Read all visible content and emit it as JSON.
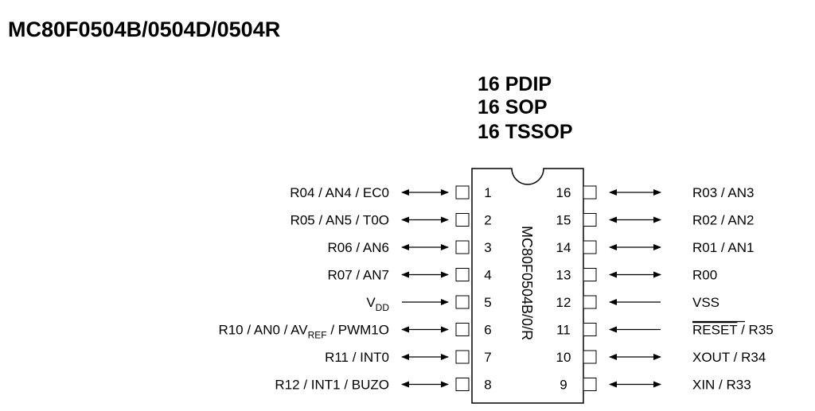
{
  "title": "MC80F0504B/0504D/0504R",
  "packages": [
    "16 PDIP",
    "16 SOP",
    "16 TSSOP"
  ],
  "chip": {
    "name": "MC80F0504B/0/R"
  },
  "left_pins": [
    {
      "num": "1",
      "label": "R04 / AN4 / EC0",
      "dir": "bi"
    },
    {
      "num": "2",
      "label": "R05 / AN5 / T0O",
      "dir": "bi"
    },
    {
      "num": "3",
      "label": "R06 / AN6",
      "dir": "bi"
    },
    {
      "num": "4",
      "label": "R07 / AN7",
      "dir": "bi"
    },
    {
      "num": "5",
      "label_main": "V",
      "label_sub": "DD",
      "dir": "in"
    },
    {
      "num": "6",
      "label_pre": "R10 / AN0 / AV",
      "label_sub": "REF",
      "label_post": " / PWM1O",
      "dir": "bi"
    },
    {
      "num": "7",
      "label": "R11 / INT0",
      "dir": "bi"
    },
    {
      "num": "8",
      "label": "R12 / INT1 / BUZO",
      "dir": "bi"
    }
  ],
  "right_pins": [
    {
      "num": "16",
      "label": "R03 / AN3",
      "dir": "bi"
    },
    {
      "num": "15",
      "label": "R02 / AN2",
      "dir": "bi"
    },
    {
      "num": "14",
      "label": "R01 / AN1",
      "dir": "bi"
    },
    {
      "num": "13",
      "label": "R00",
      "dir": "bi"
    },
    {
      "num": "12",
      "label": "VSS",
      "dir": "in"
    },
    {
      "num": "11",
      "label_over": "RESET",
      "label_post": " / R35",
      "dir": "in"
    },
    {
      "num": "10",
      "label": "XOUT / R34",
      "dir": "bi"
    },
    {
      "num": "9",
      "label": "XIN / R33",
      "dir": "bi"
    }
  ]
}
